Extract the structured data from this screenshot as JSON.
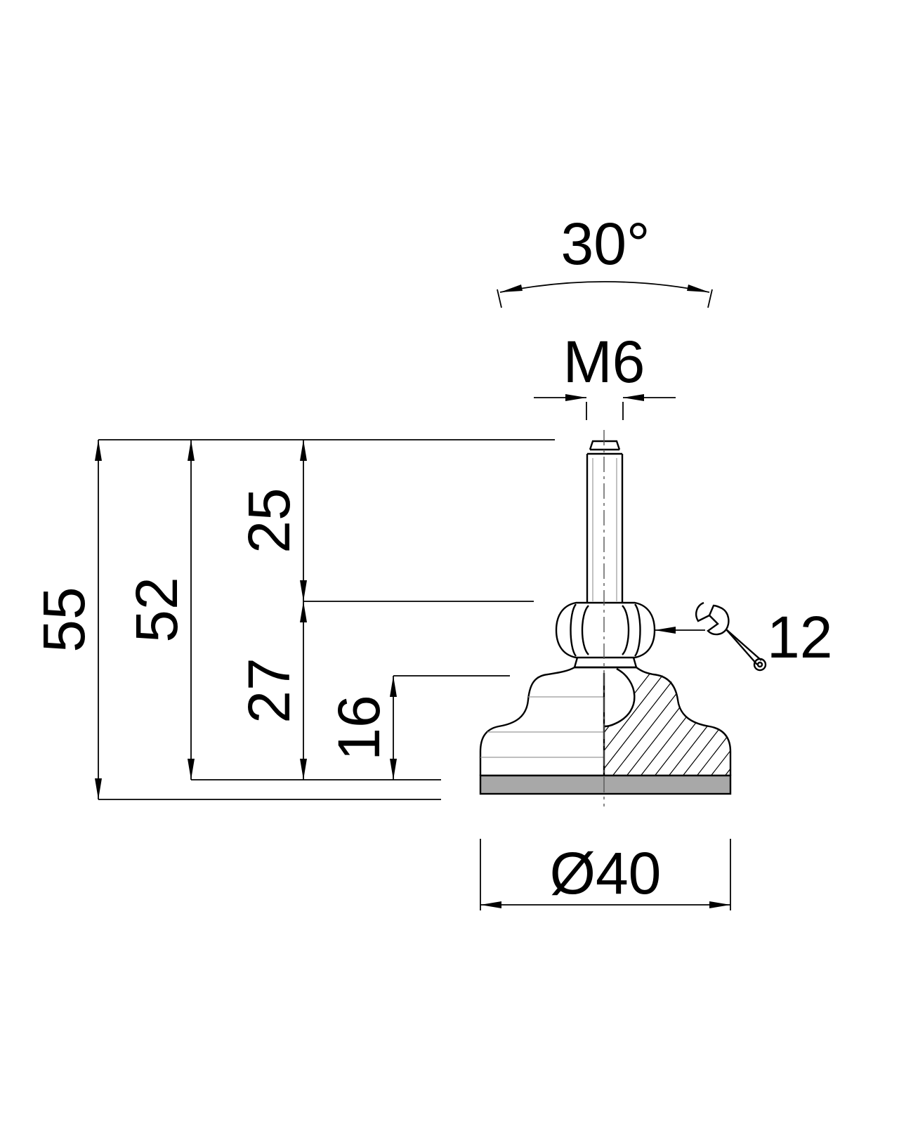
{
  "dimensions": {
    "angle": "30°",
    "thread": "M6",
    "wrench_size": "12",
    "diameter": "Ø40",
    "overall_height": "55",
    "stud_to_pad_height": "52",
    "thread_length": "25",
    "lower_height": "27",
    "base_height": "16"
  },
  "colors": {
    "line": "#000000",
    "pad_fill": "#a8a8a8"
  },
  "icons": {
    "wrench": "wrench-icon"
  }
}
